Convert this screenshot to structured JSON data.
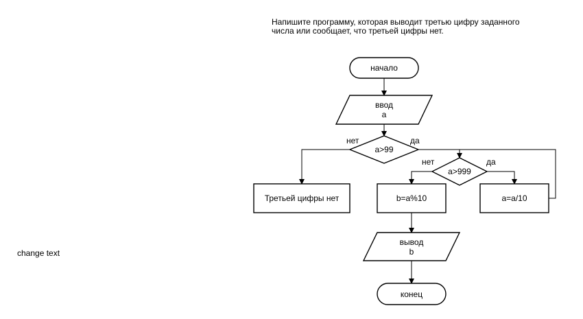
{
  "task_text": "Напишите программу, которая выводит третью цифру заданного\nчисла или сообщает, что третьей цифры нет.",
  "side_note": "change text",
  "flowchart": {
    "start": "начало",
    "input_line1": "ввод",
    "input_line2": "a",
    "cond1": "a>99",
    "cond1_no": "нет",
    "cond1_yes": "да",
    "no_third_digit": "Третьей цифры нет",
    "cond2": "a>999",
    "cond2_no": "нет",
    "cond2_yes": "да",
    "calc_b": "b=a%10",
    "divide_a": "a=a/10",
    "output_line1": "вывод",
    "output_line2": "b",
    "end": "конец"
  }
}
